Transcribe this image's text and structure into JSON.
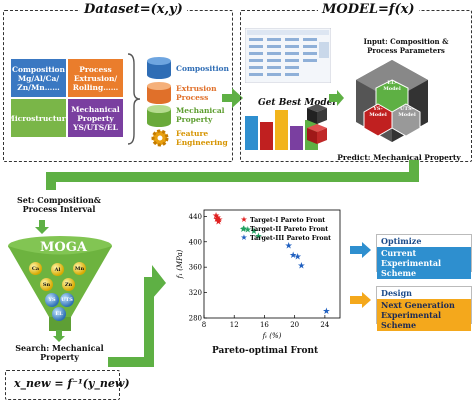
{
  "dataset": {
    "header": "Dataset=(x,y)",
    "tiles": {
      "composition": "Composition Mg/Al/Ca/ Zn/Mn……",
      "process": "Process Extrusion/ Rolling……",
      "microstructure": "Microstructure",
      "mechanical": "Mechanical Property YS/UTS/EL"
    },
    "legend": [
      "Composition",
      "Extrusion Process",
      "Mechanical Property",
      "Feature Engineering"
    ]
  },
  "model": {
    "header": "MODEL=f(x)",
    "get_best": "Get Best Model",
    "input_label": "Input: Composition & Process Parameters",
    "hex_labels": [
      "EL-Model",
      "UTS-Model",
      "YS-Model"
    ],
    "predict_label": "Predict: Mechanical Property"
  },
  "moga": {
    "set_label": "Set: Composition& Process Interval",
    "title": "MOGA",
    "elements_top": [
      "Ca",
      "Al",
      "Mn",
      "Sn",
      "Zn"
    ],
    "elements_bottom": [
      "YS",
      "UTS",
      "EL"
    ],
    "search_label": "Search: Mechanical Property",
    "formula": "x_new = f⁻¹(y_new)"
  },
  "chart_data": {
    "type": "scatter",
    "title": "Pareto-optimal Front",
    "xlabel": "fₜ (%)",
    "ylabel": "f₁ (MPa)",
    "xlim": [
      8,
      26
    ],
    "ylim": [
      280,
      450
    ],
    "xticks": [
      8,
      12,
      16,
      20,
      24
    ],
    "yticks": [
      280,
      320,
      360,
      400,
      440
    ],
    "legend_position": "top-right",
    "series": [
      {
        "name": "Target-I Pareto Front",
        "color": "#e02020",
        "marker": "star",
        "points": [
          [
            9.6,
            441
          ],
          [
            9.8,
            438
          ],
          [
            9.7,
            436
          ],
          [
            10.0,
            435
          ],
          [
            9.9,
            432
          ]
        ]
      },
      {
        "name": "Target-II Pareto Front",
        "color": "#20a060",
        "marker": "star",
        "points": [
          [
            13.2,
            420
          ],
          [
            13.8,
            419
          ],
          [
            14.6,
            417
          ],
          [
            15.2,
            409
          ]
        ]
      },
      {
        "name": "Target-III Pareto Front",
        "color": "#2060c0",
        "marker": "star",
        "points": [
          [
            19.2,
            394
          ],
          [
            19.8,
            379
          ],
          [
            20.4,
            377
          ],
          [
            20.9,
            363
          ],
          [
            24.2,
            291
          ]
        ]
      }
    ]
  },
  "results": {
    "optimize_title": "Optimize",
    "optimize_body": "Current Experimental Scheme",
    "design_title": "Design",
    "design_body": "Next Generation Experimental Scheme"
  },
  "colors": {
    "composition_tile": "#3a78c2",
    "process_tile": "#ea7d2c",
    "micro_tile": "#7ab648",
    "mech_tile": "#7a3fa0",
    "moga_green": "#6db33f",
    "arrow_green": "#5eb044",
    "optimize_bar": "#2e8fcf",
    "design_bar": "#f4a81c"
  }
}
